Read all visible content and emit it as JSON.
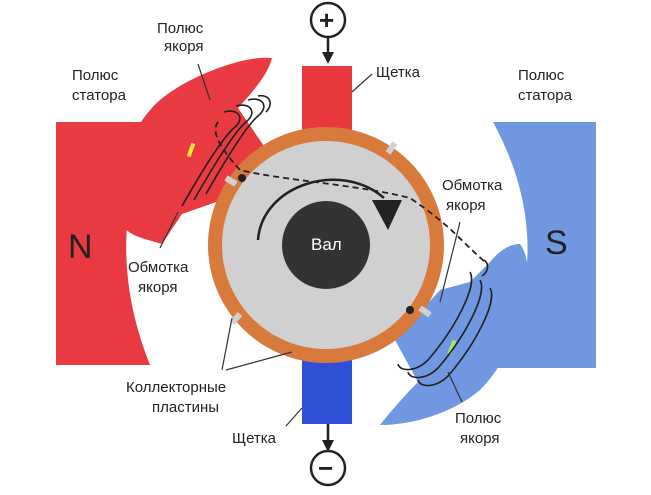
{
  "labels": {
    "armature_pole_top": [
      "Полюс",
      "якоря"
    ],
    "stator_pole_left": [
      "Полюс",
      "статора"
    ],
    "stator_pole_right": [
      "Полюс",
      "статора"
    ],
    "brush_top": "Щетка",
    "brush_bottom": "Щетка",
    "winding_right": [
      "Обмотка",
      "якоря"
    ],
    "winding_left": [
      "Обмотка",
      "якоря"
    ],
    "shaft": "Вал",
    "commutator_plates": [
      "Коллекторные",
      "пластины"
    ],
    "armature_pole_bottom": [
      "Полюс",
      "якоря"
    ],
    "north": "N",
    "south": "S",
    "plus": "+",
    "minus": "−"
  },
  "colors": {
    "north_pole": "#e83a40",
    "south_pole": "#6f98e0",
    "brush_top": "#e8383d",
    "brush_bottom": "#3050d8",
    "commutator": "#d87a3c",
    "rotor": "#d0d0d0",
    "shaft": "#333333"
  }
}
